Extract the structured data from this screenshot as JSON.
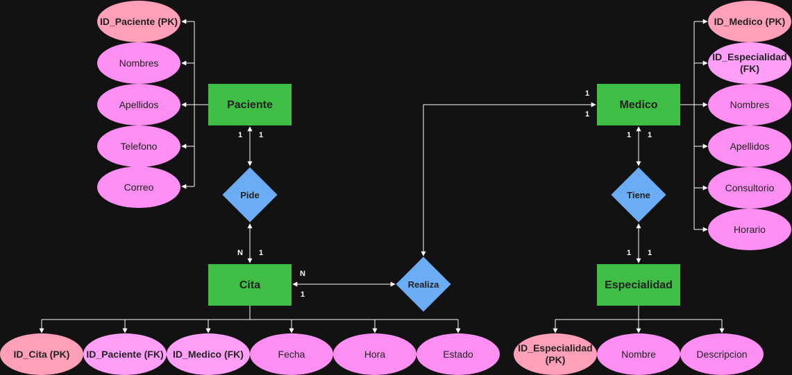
{
  "entities": {
    "paciente": "Paciente",
    "medico": "Medico",
    "cita": "Cita",
    "especialidad": "Especialidad"
  },
  "relationships": {
    "pide": "Pide",
    "tiene": "Tiene",
    "realiza": "Realiza"
  },
  "attributes": {
    "paciente": [
      "ID_Paciente (PK)",
      "Nombres",
      "Apellidos",
      "Telefono",
      "Correo"
    ],
    "medico": [
      "ID_Medico (PK)",
      "ID_Especialidad (FK)",
      "Nombres",
      "Apellidos",
      "Consultorio",
      "Horario"
    ],
    "cita": [
      "ID_Cita (PK)",
      "ID_Paciente (FK)",
      "ID_Medico (FK)",
      "Fecha",
      "Hora",
      "Estado"
    ],
    "especialidad": [
      "ID_Especialidad (PK)",
      "Nombre",
      "Descripcion"
    ]
  },
  "cardinalities": {
    "paciente_pide_left": "1",
    "paciente_pide_right": "1",
    "pide_cita_left": "N",
    "pide_cita_right": "1",
    "cita_realiza_top": "N",
    "cita_realiza_bottom": "1",
    "medico_realiza_top": "1",
    "medico_realiza_bottom": "1",
    "medico_tiene_left": "1",
    "medico_tiene_right": "1",
    "tiene_especialidad_left": "1",
    "tiene_especialidad_right": "1"
  },
  "colors": {
    "background": "#121212",
    "entity": "#3fbd45",
    "relationship": "#6aadf5",
    "attribute": "#fe8ff2",
    "primary_key": "#ff9fb8",
    "foreign_key": "#ff9ff8",
    "connector": "#ffffff"
  }
}
